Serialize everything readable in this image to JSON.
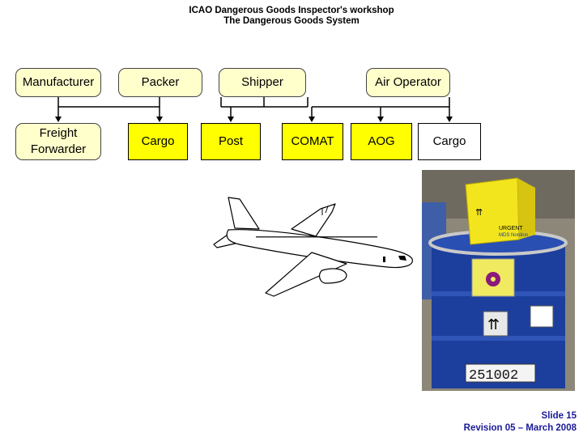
{
  "header": {
    "line1": "ICAO Dangerous Goods Inspector's workshop",
    "line2": "The Dangerous Goods System"
  },
  "top_row": {
    "manufacturer": "Manufacturer",
    "packer": "Packer",
    "shipper": "Shipper",
    "air_operator": "Air Operator"
  },
  "bottom_row": {
    "freight_forwarder": "Freight\nForwarder",
    "cargo_left": "Cargo",
    "post": "Post",
    "comat": "COMAT",
    "aog": "AOG",
    "cargo_right": "Cargo"
  },
  "photo": {
    "box_label": "URGENT",
    "brand": "MDS Nordion",
    "drum_number": "251002"
  },
  "footer": {
    "slide": "Slide 15",
    "revision": "Revision 05 – March 2008"
  },
  "colors": {
    "box_fill_light": "#ffffcc",
    "box_fill_yellow": "#ffff00",
    "footer_text": "#1a1a99",
    "drum_blue": "#1c3f9e"
  }
}
